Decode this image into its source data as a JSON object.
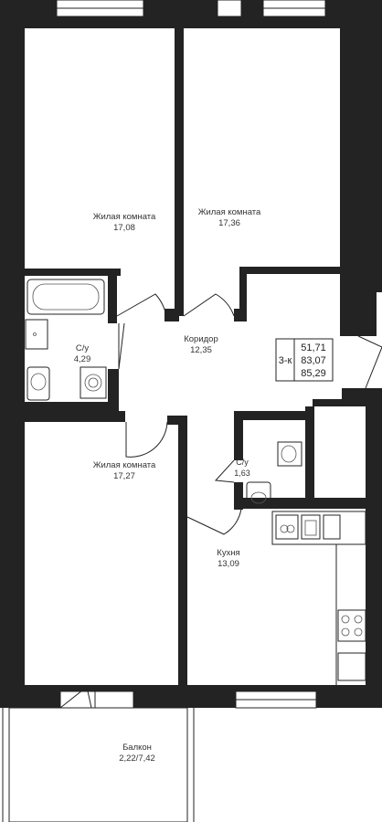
{
  "rooms": [
    {
      "id": "living-1",
      "name": "Жилая комната",
      "area": "17,08"
    },
    {
      "id": "living-2",
      "name": "Жилая комната",
      "area": "17,36"
    },
    {
      "id": "corridor",
      "name": "Коридор",
      "area": "12,35"
    },
    {
      "id": "bath-1",
      "name": "С/у",
      "area": "4,29"
    },
    {
      "id": "living-3",
      "name": "Жилая комната",
      "area": "17,27"
    },
    {
      "id": "bath-2",
      "name": "С/у",
      "area": "1,63"
    },
    {
      "id": "kitchen",
      "name": "Кухня",
      "area": "13,09"
    },
    {
      "id": "balcony",
      "name": "Балкон",
      "area": "2,22/7,42"
    }
  ],
  "summary": {
    "type": "3-к",
    "living_area": "51,71",
    "total_area": "83,07",
    "total_with_balcony": "85,29"
  },
  "colors": {
    "wall": "#232323",
    "background": "#ffffff"
  }
}
